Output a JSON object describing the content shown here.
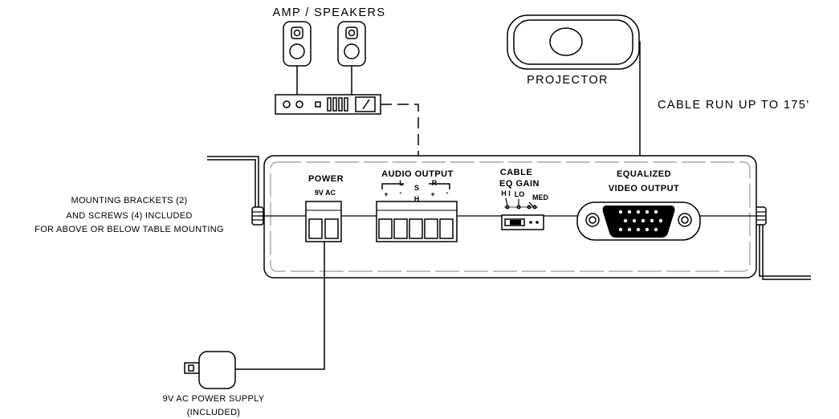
{
  "labels": {
    "amp_speakers": "AMP / SPEAKERS",
    "projector": "PROJECTOR",
    "cable_run": "CABLE RUN UP TO 175'",
    "mounting_line1": "MOUNTING BRACKETS (2)",
    "mounting_line2": "AND SCREWS (4) INCLUDED",
    "mounting_line3": "FOR ABOVE OR BELOW TABLE MOUNTING",
    "power": "POWER",
    "power_9vac": "9V AC",
    "audio_output": "AUDIO OUTPUT",
    "audio_L": "L",
    "audio_R": "R",
    "audio_S": "S",
    "audio_H": "H",
    "audio_plus": "+",
    "audio_minus": "-",
    "cable": "CABLE",
    "eq_gain": "EQ GAIN",
    "eq_hi": "H I",
    "eq_lo": "LO",
    "eq_med": "MED",
    "equalized": "EQUALIZED",
    "video_output": "VIDEO OUTPUT",
    "psu_line1": "9V AC POWER SUPPLY",
    "psu_line2": "(INCLUDED)"
  }
}
